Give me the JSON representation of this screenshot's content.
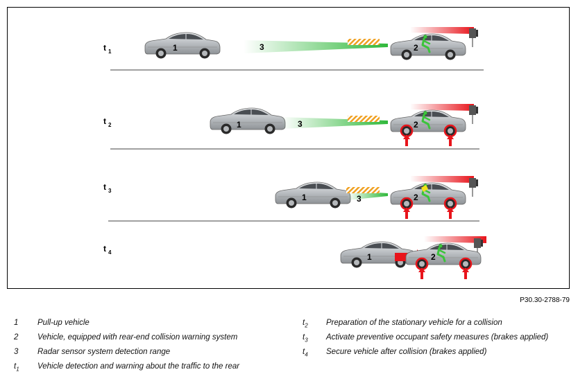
{
  "diagram": {
    "rows": [
      {
        "time_label": "t",
        "time_sub": "1",
        "pull_label": "1",
        "equipped_label": "2",
        "radar_label": "3"
      },
      {
        "time_label": "t",
        "time_sub": "2",
        "pull_label": "1",
        "equipped_label": "2",
        "radar_label": "3"
      },
      {
        "time_label": "t",
        "time_sub": "3",
        "pull_label": "1",
        "equipped_label": "2",
        "radar_label": "3"
      },
      {
        "time_label": "t",
        "time_sub": "4",
        "pull_label": "1",
        "equipped_label": "2",
        "radar_label": ""
      }
    ],
    "reference_code": "P30.30-2788-79"
  },
  "legend": {
    "left": [
      {
        "key": "1",
        "text": "Pull-up vehicle"
      },
      {
        "key": "2",
        "text": "Vehicle, equipped with rear-end collision warning system"
      },
      {
        "key": "3",
        "text": "Radar sensor system detection range"
      },
      {
        "key": "t",
        "key_sub": "1",
        "text": "Vehicle detection and warning about the traffic to the rear"
      }
    ],
    "right": [
      {
        "key": "t",
        "key_sub": "2",
        "text": "Preparation of the stationary vehicle for a collision"
      },
      {
        "key": "t",
        "key_sub": "3",
        "text": "Activate preventive occupant safety measures (brakes applied)"
      },
      {
        "key": "t",
        "key_sub": "4",
        "text": "Secure vehicle after collision (brakes applied)"
      }
    ]
  },
  "colors": {
    "radar_green": "#2fb83a",
    "warning_red": "#e8141b",
    "hatch_orange": "#f0a020",
    "car_silver": "#c8cbcf",
    "occupant_green": "#3cc43c",
    "lamp_gray": "#555555"
  }
}
